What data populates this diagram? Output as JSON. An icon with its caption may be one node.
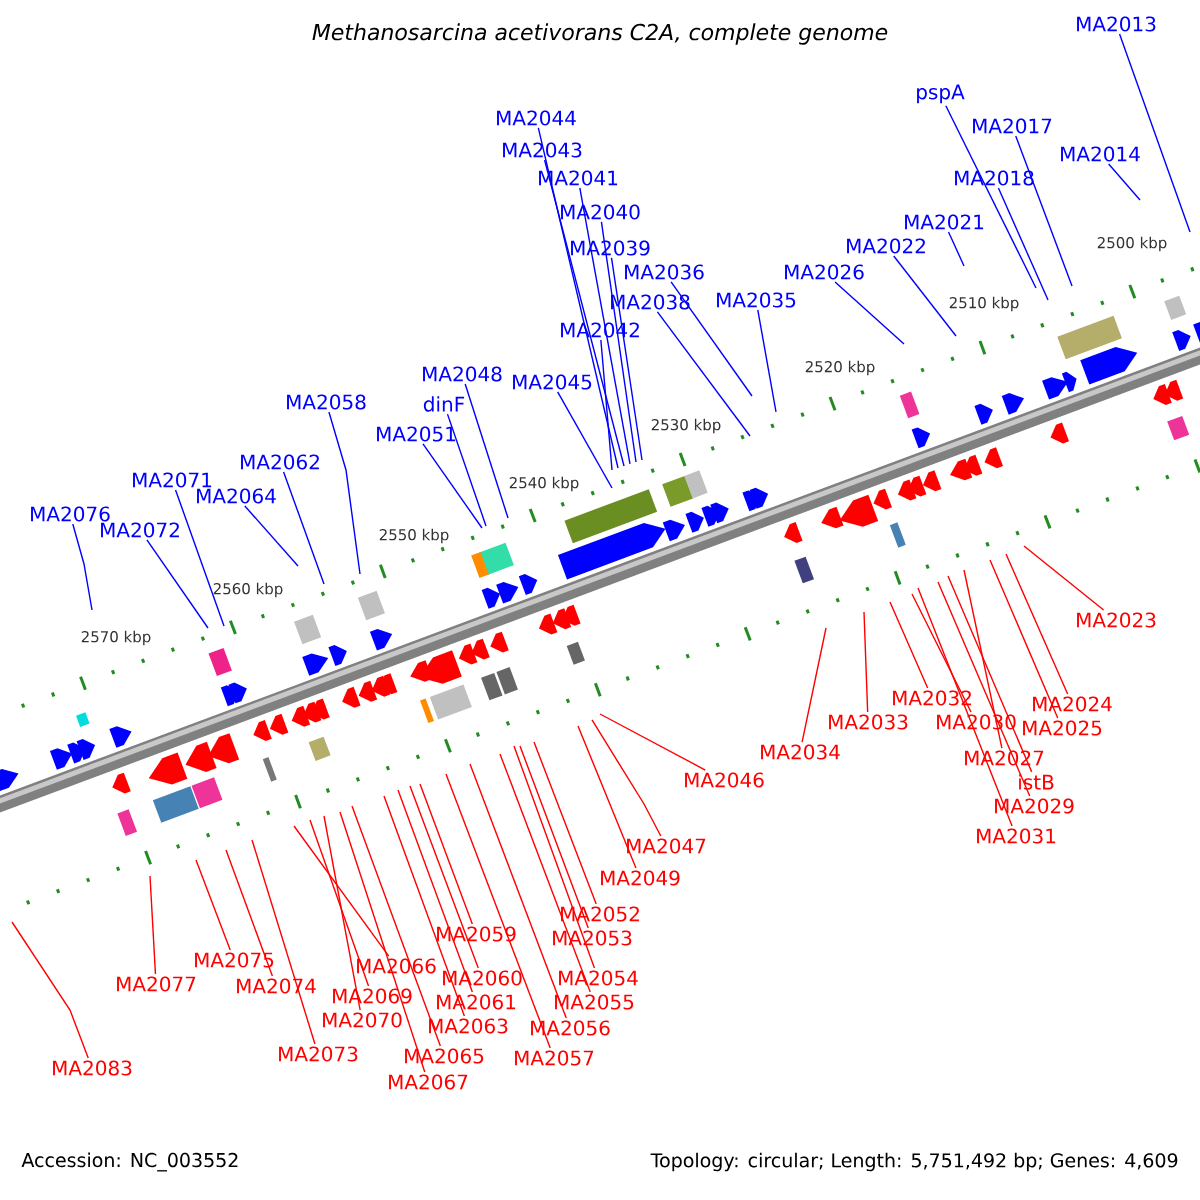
{
  "diagram": {
    "title": "Methanosarcina acetivorans C2A, complete genome",
    "nodes": [
      {
        "text": [
          "MA2013"
        ]
      },
      {
        "text": [
          "pspA"
        ]
      },
      {
        "text": [
          "MA2044"
        ]
      },
      {
        "text": [
          "MA2017"
        ]
      },
      {
        "text": [
          "MA2043"
        ]
      },
      {
        "text": [
          "MA2014"
        ]
      },
      {
        "text": [
          "MA2041"
        ]
      },
      {
        "text": [
          "MA2018"
        ]
      },
      {
        "text": [
          "MA2040"
        ]
      },
      {
        "text": [
          "MA2021"
        ]
      },
      {
        "text": [
          "MA2039"
        ]
      },
      {
        "text": [
          "MA2022"
        ]
      },
      {
        "text": [
          "MA2036"
        ]
      },
      {
        "text": [
          "MA2026"
        ]
      },
      {
        "text": [
          "MA2038"
        ]
      },
      {
        "text": [
          "MA2035"
        ]
      },
      {
        "text": [
          "MA2042"
        ]
      },
      {
        "text": [
          "MA2048"
        ]
      },
      {
        "text": [
          "MA2045"
        ]
      },
      {
        "text": [
          "dinF"
        ]
      },
      {
        "text": [
          "MA2058"
        ]
      },
      {
        "text": [
          "MA2051"
        ]
      },
      {
        "text": [
          "MA2062"
        ]
      },
      {
        "text": [
          "MA2071"
        ]
      },
      {
        "text": [
          "MA2064"
        ]
      },
      {
        "text": [
          "MA2076"
        ]
      },
      {
        "text": [
          "MA2072"
        ]
      },
      {
        "text": [
          "MA2023"
        ]
      },
      {
        "text": [
          "MA2032"
        ]
      },
      {
        "text": [
          "MA2024"
        ]
      },
      {
        "text": [
          "MA2033"
        ]
      },
      {
        "text": [
          "MA2030"
        ]
      },
      {
        "text": [
          "MA2025"
        ]
      },
      {
        "text": [
          "MA2034"
        ]
      },
      {
        "text": [
          "MA2027"
        ]
      },
      {
        "text": [
          "MA2046"
        ]
      },
      {
        "text": [
          "istB"
        ]
      },
      {
        "text": [
          "MA2029"
        ]
      },
      {
        "text": [
          "MA2031"
        ]
      },
      {
        "text": [
          "MA2047"
        ]
      },
      {
        "text": [
          "MA2049"
        ]
      },
      {
        "text": [
          "MA2052"
        ]
      },
      {
        "text": [
          "MA2059"
        ]
      },
      {
        "text": [
          "MA2053"
        ]
      },
      {
        "text": [
          "MA2075"
        ]
      },
      {
        "text": [
          "MA2066"
        ]
      },
      {
        "text": [
          "MA2054"
        ]
      },
      {
        "text": [
          "MA2060"
        ]
      },
      {
        "text": [
          "MA2077"
        ]
      },
      {
        "text": [
          "MA2074"
        ]
      },
      {
        "text": [
          "MA2069"
        ]
      },
      {
        "text": [
          "MA2055"
        ]
      },
      {
        "text": [
          "MA2061"
        ]
      },
      {
        "text": [
          "MA2070"
        ]
      },
      {
        "text": [
          "MA2063"
        ]
      },
      {
        "text": [
          "MA2056"
        ]
      },
      {
        "text": [
          "MA2073"
        ]
      },
      {
        "text": [
          "MA2065"
        ]
      },
      {
        "text": [
          "MA2057"
        ]
      },
      {
        "text": [
          "MA2083"
        ]
      },
      {
        "text": [
          "MA2067"
        ]
      }
    ],
    "edges": [
      {
        "from": 0,
        "to": null,
        "arrow": "none",
        "color": "#0000ff"
      },
      {
        "from": 1,
        "to": null,
        "arrow": "none",
        "color": "#0000ff"
      },
      {
        "from": 2,
        "to": null,
        "arrow": "none",
        "color": "#0000ff"
      },
      {
        "from": 3,
        "to": null,
        "arrow": "none",
        "color": "#0000ff"
      },
      {
        "from": 4,
        "to": null,
        "arrow": "none",
        "color": "#0000ff"
      },
      {
        "from": 5,
        "to": null,
        "arrow": "none",
        "color": "#0000ff"
      },
      {
        "from": 6,
        "to": null,
        "arrow": "none",
        "color": "#0000ff"
      },
      {
        "from": 7,
        "to": null,
        "arrow": "none",
        "color": "#0000ff"
      },
      {
        "from": 8,
        "to": null,
        "arrow": "none",
        "color": "#0000ff"
      },
      {
        "from": 9,
        "to": null,
        "arrow": "none",
        "color": "#0000ff"
      },
      {
        "from": 10,
        "to": null,
        "arrow": "none",
        "color": "#0000ff"
      },
      {
        "from": 11,
        "to": null,
        "arrow": "none",
        "color": "#0000ff"
      },
      {
        "from": 12,
        "to": null,
        "arrow": "none",
        "color": "#0000ff"
      },
      {
        "from": 13,
        "to": null,
        "arrow": "none",
        "color": "#0000ff"
      },
      {
        "from": 14,
        "to": null,
        "arrow": "none",
        "color": "#0000ff"
      },
      {
        "from": 15,
        "to": null,
        "arrow": "none",
        "color": "#0000ff"
      },
      {
        "from": 16,
        "to": null,
        "arrow": "none",
        "color": "#0000ff"
      },
      {
        "from": 17,
        "to": null,
        "arrow": "none",
        "color": "#0000ff"
      },
      {
        "from": 18,
        "to": null,
        "arrow": "none",
        "color": "#0000ff"
      },
      {
        "from": 19,
        "to": null,
        "arrow": "none",
        "color": "#0000ff"
      },
      {
        "from": 20,
        "to": null,
        "arrow": "none",
        "color": "#0000ff"
      },
      {
        "from": 21,
        "to": null,
        "arrow": "none",
        "color": "#0000ff"
      },
      {
        "from": 22,
        "to": null,
        "arrow": "none",
        "color": "#0000ff"
      },
      {
        "from": 23,
        "to": null,
        "arrow": "none",
        "color": "#0000ff"
      },
      {
        "from": 24,
        "to": null,
        "arrow": "none",
        "color": "#0000ff"
      },
      {
        "from": 25,
        "to": null,
        "arrow": "none",
        "color": "#0000ff"
      },
      {
        "from": 26,
        "to": null,
        "arrow": "none",
        "color": "#0000ff"
      },
      {
        "from": 27,
        "to": null,
        "arrow": "none"
      },
      {
        "from": 28,
        "to": null,
        "arrow": "none"
      },
      {
        "from": 29,
        "to": null,
        "arrow": "none"
      },
      {
        "from": 30,
        "to": null,
        "arrow": "none"
      },
      {
        "from": 31,
        "to": null,
        "arrow": "none"
      },
      {
        "from": 32,
        "to": null,
        "arrow": "none"
      },
      {
        "from": 33,
        "to": null,
        "arrow": "none"
      },
      {
        "from": 34,
        "to": null,
        "arrow": "none"
      },
      {
        "from": 35,
        "to": null,
        "arrow": "none"
      },
      {
        "from": 36,
        "to": null,
        "arrow": "none"
      },
      {
        "from": 37,
        "to": null,
        "arrow": "none"
      },
      {
        "from": 38,
        "to": null,
        "arrow": "none"
      },
      {
        "from": 39,
        "to": null,
        "arrow": "none"
      },
      {
        "from": 40,
        "to": null,
        "arrow": "none"
      },
      {
        "from": 41,
        "to": null,
        "arrow": "none"
      },
      {
        "from": 42,
        "to": null,
        "arrow": "none"
      },
      {
        "from": 43,
        "to": null,
        "arrow": "none"
      },
      {
        "from": 44,
        "to": null,
        "arrow": "none"
      },
      {
        "from": 45,
        "to": null,
        "arrow": "none"
      },
      {
        "from": 46,
        "to": null,
        "arrow": "none"
      },
      {
        "from": 47,
        "to": null,
        "arrow": "none"
      },
      {
        "from": 48,
        "to": null,
        "arrow": "none"
      },
      {
        "from": 49,
        "to": null,
        "arrow": "none"
      },
      {
        "from": 50,
        "to": null,
        "arrow": "none"
      },
      {
        "from": 51,
        "to": null,
        "arrow": "none"
      },
      {
        "from": 52,
        "to": null,
        "arrow": "none"
      },
      {
        "from": 53,
        "to": null,
        "arrow": "none"
      },
      {
        "from": 54,
        "to": null,
        "arrow": "none"
      },
      {
        "from": 55,
        "to": null,
        "arrow": "none"
      },
      {
        "from": 56,
        "to": null,
        "arrow": "none"
      },
      {
        "from": 57,
        "to": null,
        "arrow": "none"
      },
      {
        "from": 58,
        "to": null,
        "arrow": "none"
      },
      {
        "from": 59,
        "to": null,
        "arrow": "none"
      },
      {
        "from": 60,
        "to": null,
        "arrow": "none"
      }
    ],
    "labels": [
      "2500 kbp",
      "2510 kbp",
      "2520 kbp",
      "2530 kbp",
      "2540 kbp",
      "2550 kbp",
      "2560 kbp",
      "2570 kbp",
      "Accession: NC_003552",
      "Topology: circular; Length: 5,751,492 bp; Genes: 4,609"
    ]
  }
}
